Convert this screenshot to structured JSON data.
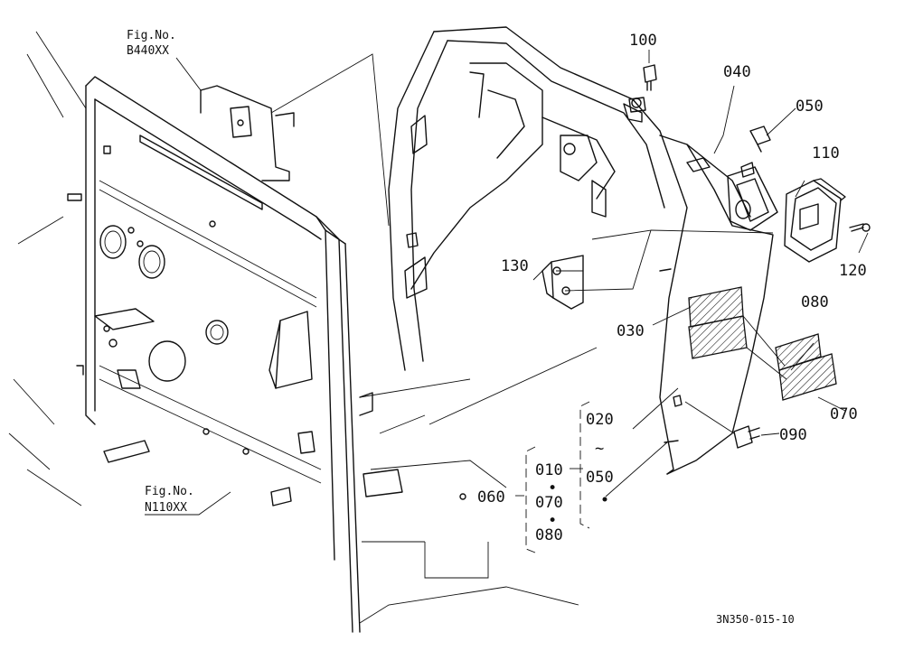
{
  "figure_refs": [
    {
      "id": "b440",
      "line1": "Fig.No.",
      "line2": "B440XX"
    },
    {
      "id": "n110",
      "line1": "Fig.No.",
      "line2": "N110XX"
    }
  ],
  "callouts": {
    "c100": "100",
    "c040": "040",
    "c050": "050",
    "c110": "110",
    "c120": "120",
    "c130": "130",
    "c080": "080",
    "c030": "030",
    "c070": "070",
    "c090": "090",
    "c020": "020"
  },
  "kit_group": {
    "outer_label": "060",
    "inner_top": "010",
    "inner_mid": "070",
    "inner_bot": "080",
    "dot1": "•",
    "dot2": "•",
    "range_from": "020",
    "tilde": "~",
    "range_to": "050"
  },
  "diagram_code": "3N350-015-10"
}
